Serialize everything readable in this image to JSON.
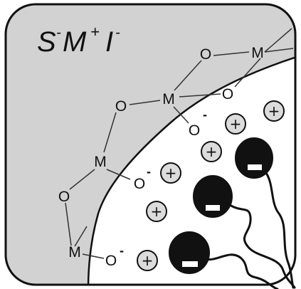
{
  "title": {
    "s": "S",
    "m": "M",
    "i": "I",
    "minus": "-",
    "plus": "+"
  },
  "atoms": {
    "metal": "M",
    "oxygen": "O",
    "minus": "-"
  },
  "ions": {
    "cation": "+",
    "anion": "-"
  },
  "colors": {
    "surface": "#d2d2d2",
    "background": "#ffffff",
    "stroke": "#111111",
    "cation_fill": "#dcdcdc",
    "anion_fill": "#111111"
  }
}
